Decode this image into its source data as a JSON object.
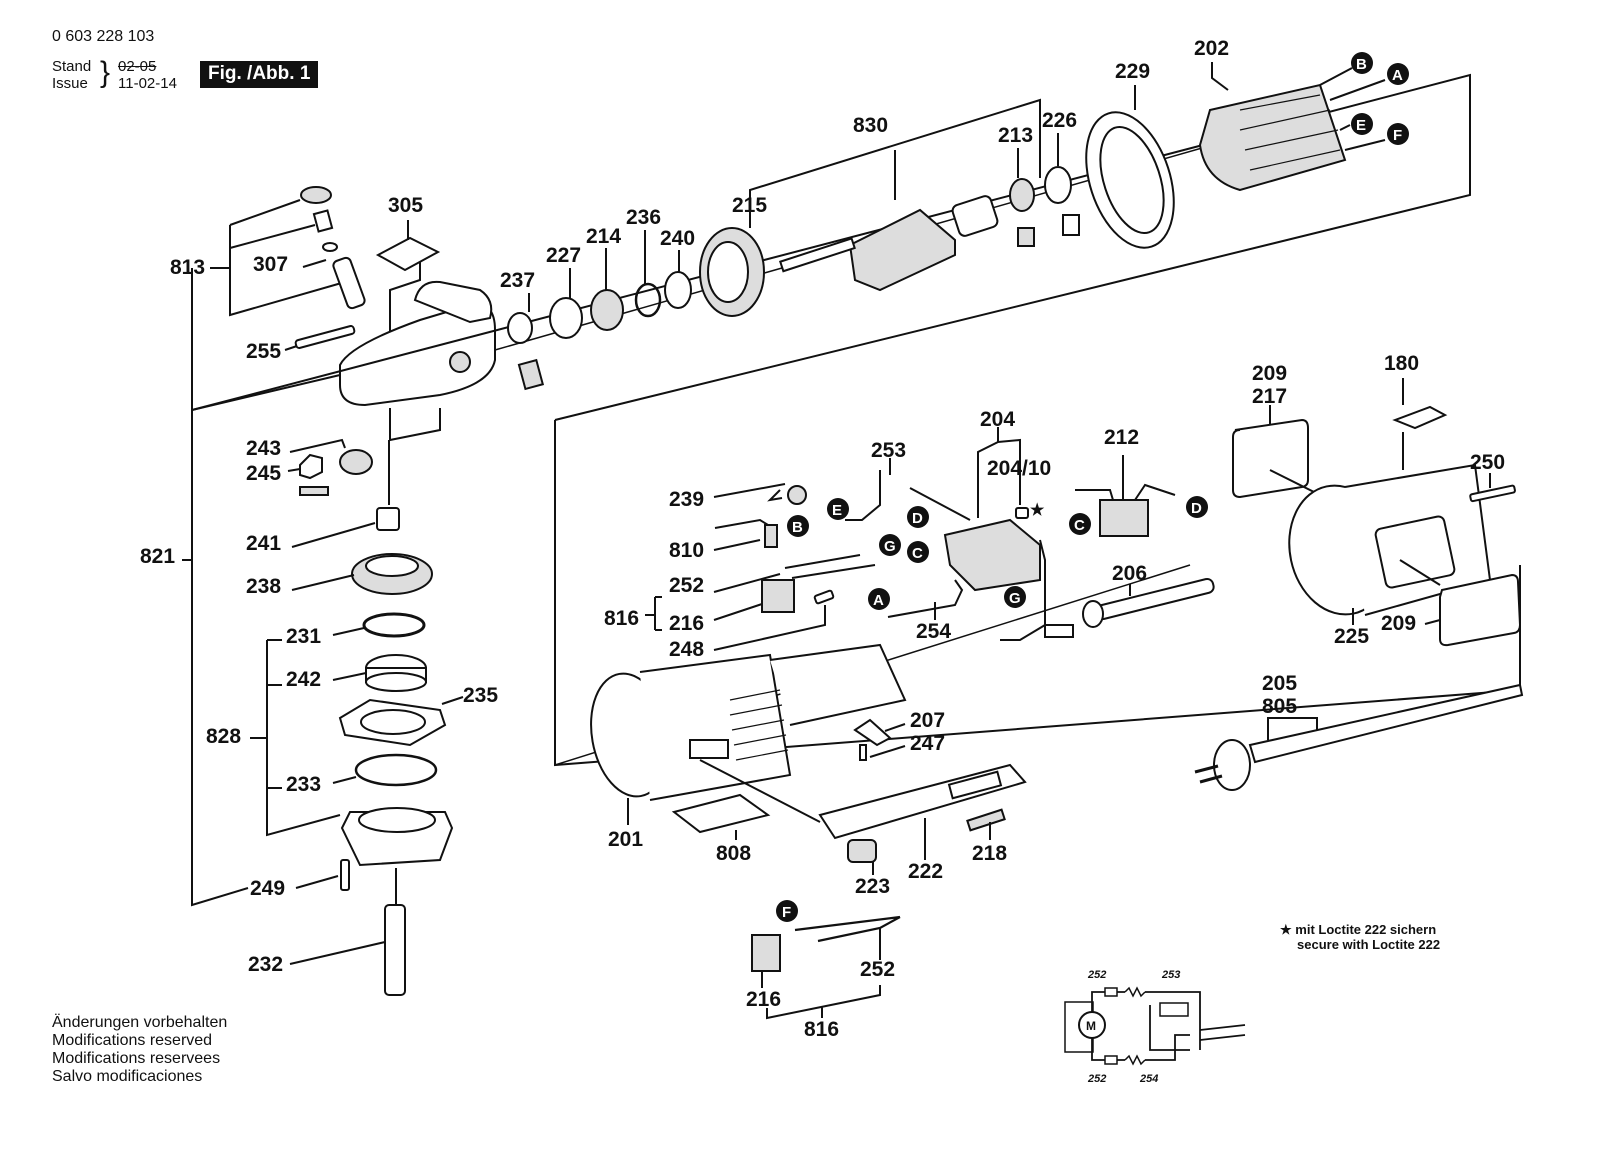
{
  "header": {
    "part_number": "0 603 228 103",
    "stand_label": "Stand",
    "issue_label": "Issue",
    "stand_date": "02-05",
    "issue_date": "11-02-14",
    "figure_label": "Fig. /Abb. 1"
  },
  "footer": {
    "lines": [
      "Änderungen vorbehalten",
      "Modifications reserved",
      "Modifications reservees",
      "Salvo modificaciones"
    ]
  },
  "note": {
    "star": "★",
    "line1": "mit Loctite 222 sichern",
    "line2": "secure with Loctite 222"
  },
  "labels": {
    "p813": "813",
    "p307": "307",
    "p305": "305",
    "p255": "255",
    "p821": "821",
    "p243": "243",
    "p245": "245",
    "p241": "241",
    "p238": "238",
    "p231": "231",
    "p242": "242",
    "p235": "235",
    "p828": "828",
    "p233": "233",
    "p249": "249",
    "p232": "232",
    "p237": "237",
    "p227": "227",
    "p214": "214",
    "p236": "236",
    "p240": "240",
    "p215": "215",
    "p830": "830",
    "p213": "213",
    "p226": "226",
    "p229": "229",
    "p202": "202",
    "p239": "239",
    "p810": "810",
    "p252a": "252",
    "p816a": "816",
    "p216a": "216",
    "p248": "248",
    "p253": "253",
    "p204": "204",
    "p204_10": "204/10",
    "p212": "212",
    "p254": "254",
    "p206": "206",
    "p209a": "209",
    "p217": "217",
    "p180": "180",
    "p250": "250",
    "p225": "225",
    "p209b": "209",
    "p205": "205",
    "p805": "805",
    "p207": "207",
    "p247": "247",
    "p201": "201",
    "p808": "808",
    "p222": "222",
    "p218": "218",
    "p223": "223",
    "p252b": "252",
    "p216b": "216",
    "p816b": "816"
  },
  "connectors": {
    "A": "A",
    "B": "B",
    "C": "C",
    "D": "D",
    "E": "E",
    "F": "F",
    "G": "G"
  },
  "schematic": {
    "top_left": "252",
    "top_right": "253",
    "bottom_left": "252",
    "bottom_right": "254",
    "motor": "M"
  }
}
